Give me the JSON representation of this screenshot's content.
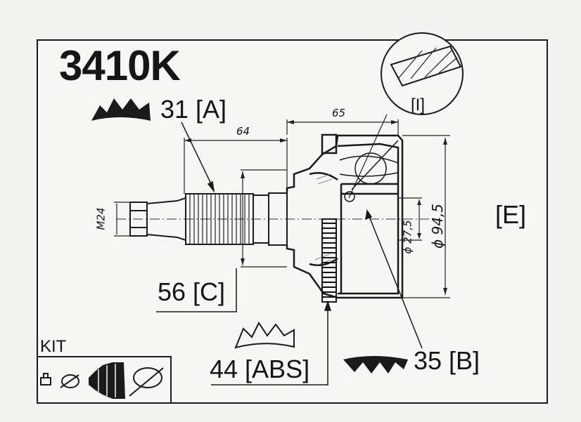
{
  "part_number": "3410K",
  "callouts": {
    "a": "31 [A]",
    "b": "35 [B]",
    "c": "56 [C]",
    "abs": "44 [ABS]",
    "e": "[E]",
    "i": "[I]"
  },
  "dimensions": {
    "shaft_length": "64",
    "housing_length": "65",
    "thread": "M24",
    "inner_diameter": "ϕ 27,5",
    "outer_diameter": "ϕ 94,5"
  },
  "kit_label": "KIT"
}
